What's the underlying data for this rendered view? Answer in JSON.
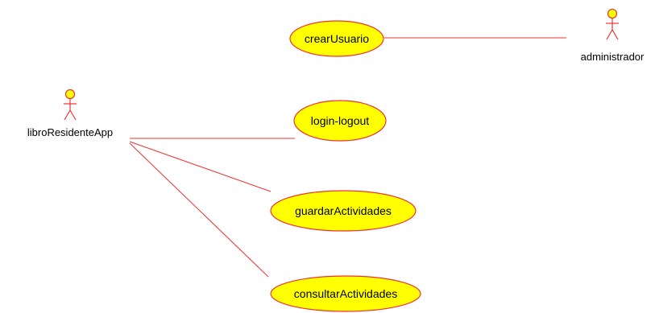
{
  "colors": {
    "line": "#ee3333",
    "usecase_fill": "#ffff00",
    "actor_head_fill": "#ffff00"
  },
  "actors": [
    {
      "id": "administrador",
      "label": "administrador"
    },
    {
      "id": "libroResidenteApp",
      "label": "libroResidenteApp"
    }
  ],
  "use_cases": [
    {
      "id": "crearUsuario",
      "label": "crearUsuario"
    },
    {
      "id": "login-logout",
      "label": "login-logout"
    },
    {
      "id": "guardarActividades",
      "label": "guardarActividades"
    },
    {
      "id": "consultarActividades",
      "label": "consultarActividades"
    }
  ],
  "associations": [
    {
      "from": "crearUsuario",
      "to": "administrador"
    },
    {
      "from": "libroResidenteApp",
      "to": "login-logout"
    },
    {
      "from": "libroResidenteApp",
      "to": "guardarActividades"
    },
    {
      "from": "libroResidenteApp",
      "to": "consultarActividades"
    }
  ]
}
